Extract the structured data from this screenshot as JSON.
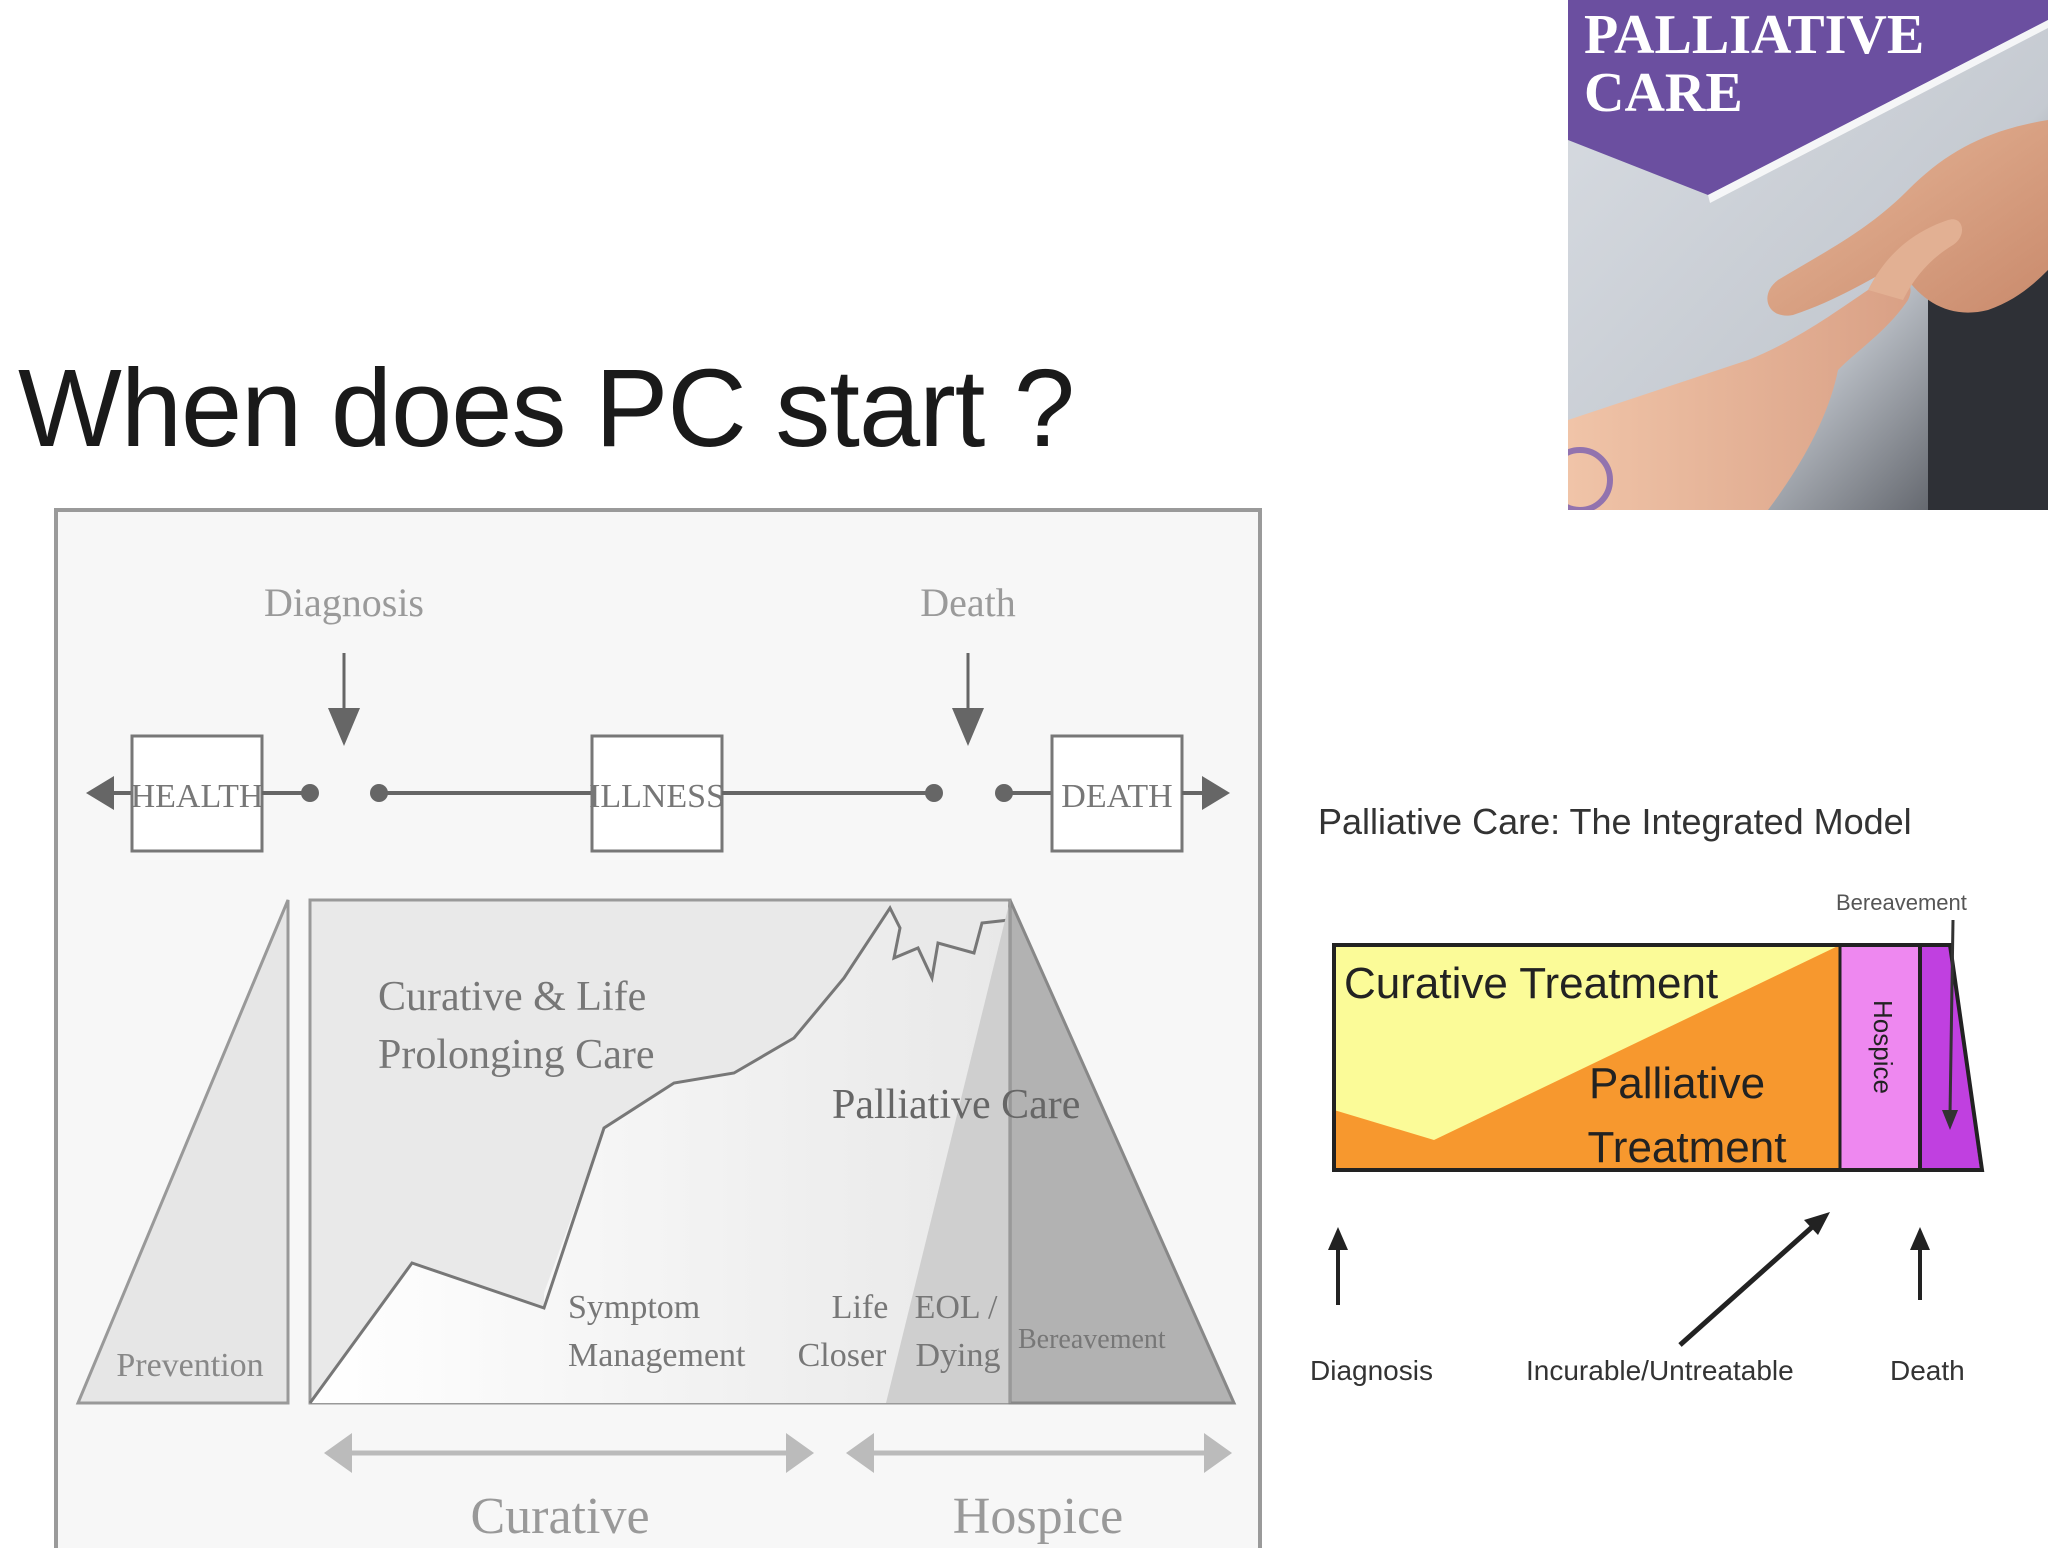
{
  "slide": {
    "title": "When does PC start ?"
  },
  "photo": {
    "title_line1": "PALLIATIVE",
    "title_line2": "CARE",
    "banner_color": "#6b4fa0"
  },
  "continuum": {
    "top_labels": {
      "diagnosis": "Diagnosis",
      "death": "Death"
    },
    "stages": {
      "health": "HEALTH",
      "illness": "ILLNESS",
      "death": "DEATH"
    },
    "areas": {
      "curative_line1": "Curative & Life",
      "curative_line2": "Prolonging Care",
      "palliative": "Palliative Care",
      "prevention": "Prevention",
      "symptom_line1": "Symptom",
      "symptom_line2": "Management",
      "life_line1": "Life",
      "life_line2": "Closer",
      "eol_line1": "EOL /",
      "eol_line2": "Dying",
      "bereavement": "Bereavement"
    },
    "bottom_labels": {
      "curative": "Curative",
      "hospice": "Hospice"
    }
  },
  "integrated_model": {
    "title": "Palliative Care: The Integrated Model",
    "curative_treatment": "Curative Treatment",
    "palliative_line1": "Palliative",
    "palliative_line2": "Treatment",
    "hospice": "Hospice",
    "bereavement": "Bereavement",
    "markers": {
      "diagnosis": "Diagnosis",
      "incurable": "Incurable/Untreatable",
      "death": "Death"
    },
    "colors": {
      "curative": "#fbfb98",
      "palliative": "#f7982e",
      "hospice": "#ee88f0",
      "bereavement": "#c040e0"
    }
  }
}
